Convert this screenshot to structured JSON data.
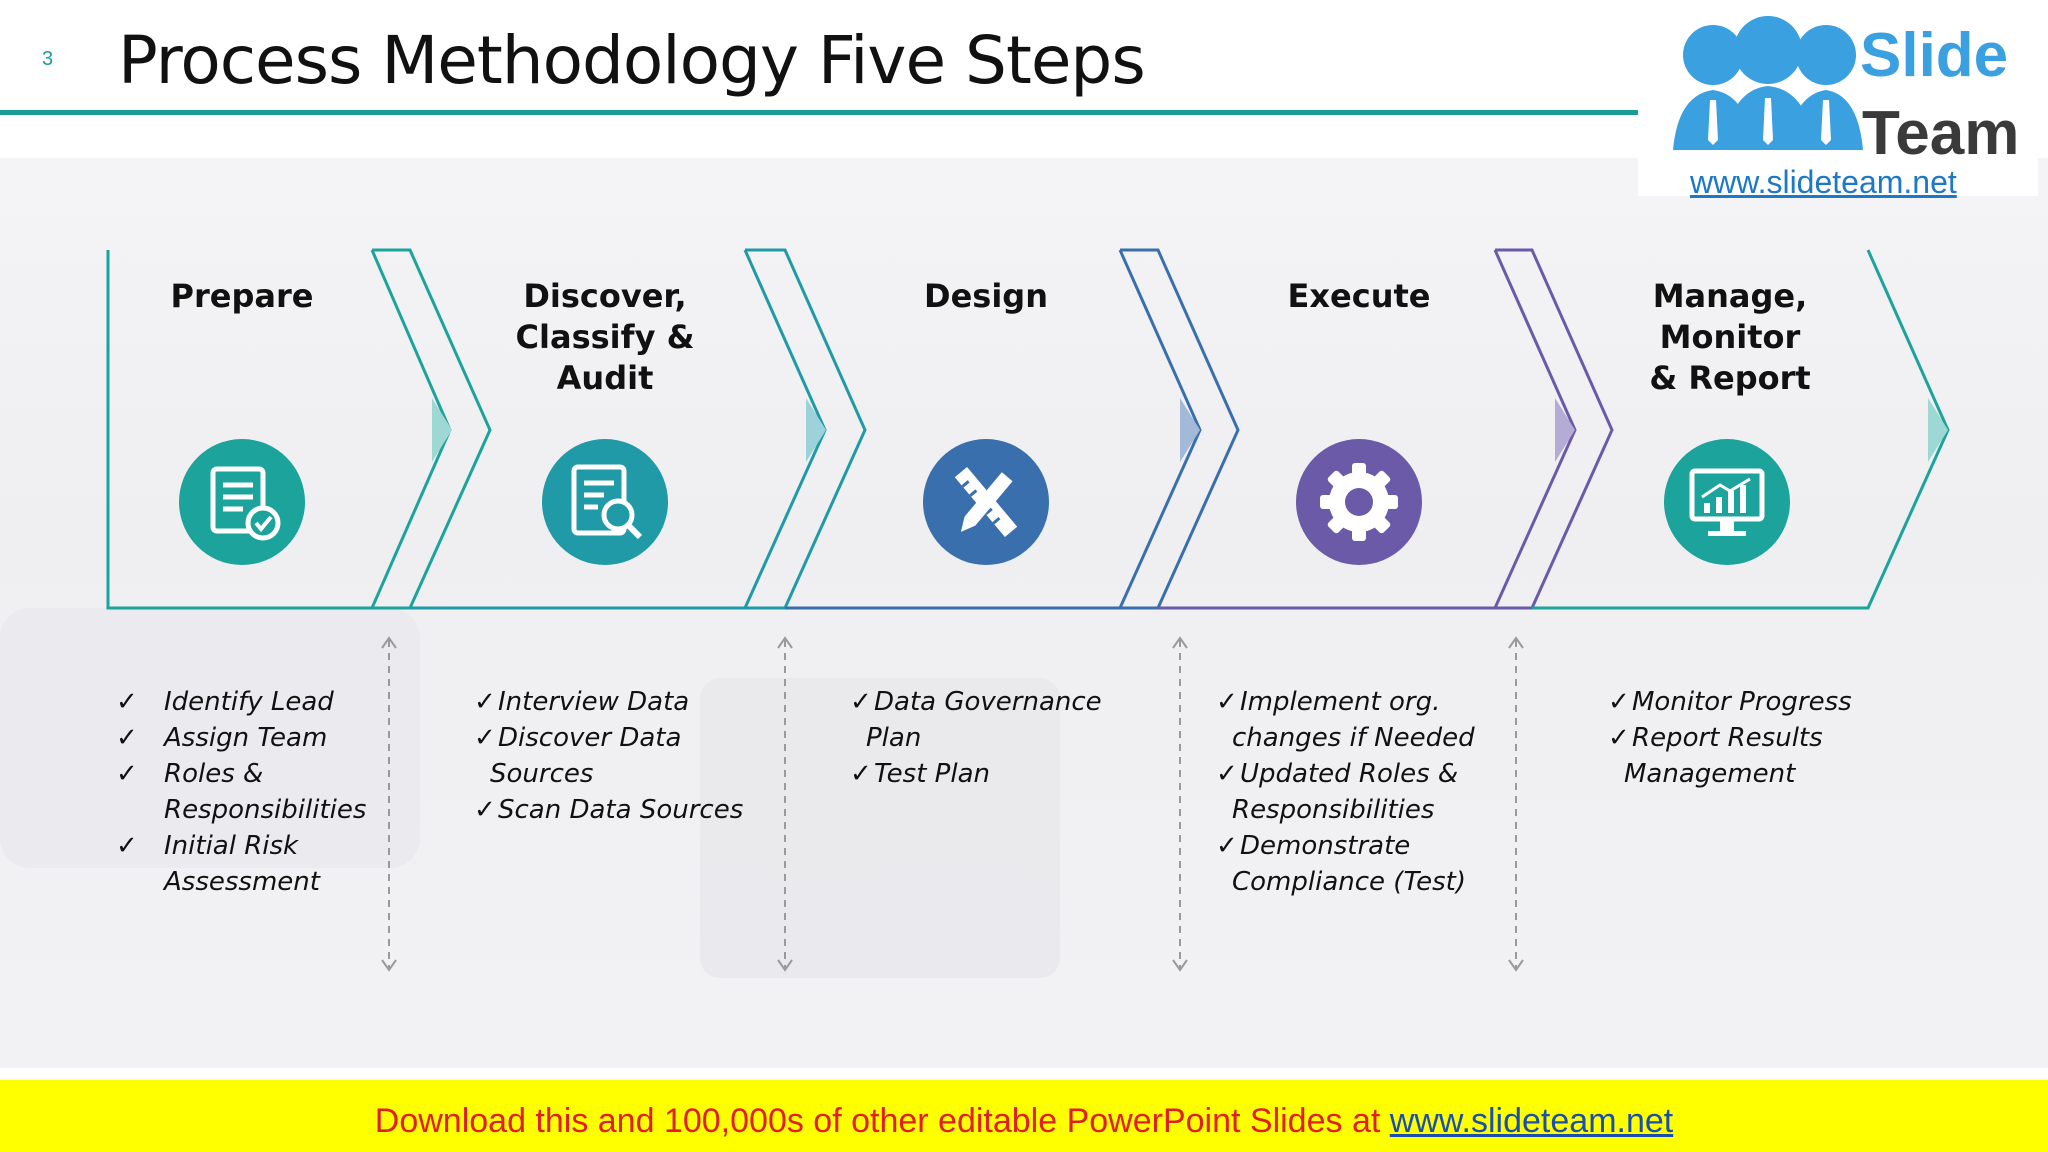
{
  "slide_number": "3",
  "title": "Process Methodology Five Steps",
  "logo": {
    "line1": "Slide",
    "line2": "Team",
    "url": "www.slideteam.net"
  },
  "steps": [
    {
      "title_lines": [
        "Prepare"
      ],
      "icon": "document-check-icon",
      "color": "#1ba39c",
      "bullets": [
        "Identify Lead",
        "Assign Team",
        "Roles &",
        "Responsibilities",
        "Initial Risk",
        "Assessment"
      ]
    },
    {
      "title_lines": [
        "Discover,",
        "Classify & Audit"
      ],
      "icon": "document-search-icon",
      "color": "#1f9aa6",
      "bullets": [
        "Interview Data",
        "Discover Data",
        "Sources",
        "Scan Data Sources"
      ]
    },
    {
      "title_lines": [
        "Design"
      ],
      "icon": "pencil-ruler-icon",
      "color": "#3a6fad",
      "bullets": [
        "Data Governance",
        "Plan",
        "Test Plan"
      ]
    },
    {
      "title_lines": [
        "Execute"
      ],
      "icon": "gear-icon",
      "color": "#6a5aa8",
      "bullets": [
        "Implement org.",
        "changes if Needed",
        "Updated Roles &",
        "Responsibilities",
        "Demonstrate",
        "Compliance (Test)"
      ]
    },
    {
      "title_lines": [
        "Manage,",
        "Monitor",
        "& Report"
      ],
      "icon": "monitor-chart-icon",
      "color": "#1ba39c",
      "bullets": [
        "Monitor Progress",
        "Report Results",
        "Management"
      ]
    }
  ],
  "footer": {
    "text": "Download this and 100,000s of other editable PowerPoint Slides at ",
    "link": "www.slideteam.net"
  }
}
